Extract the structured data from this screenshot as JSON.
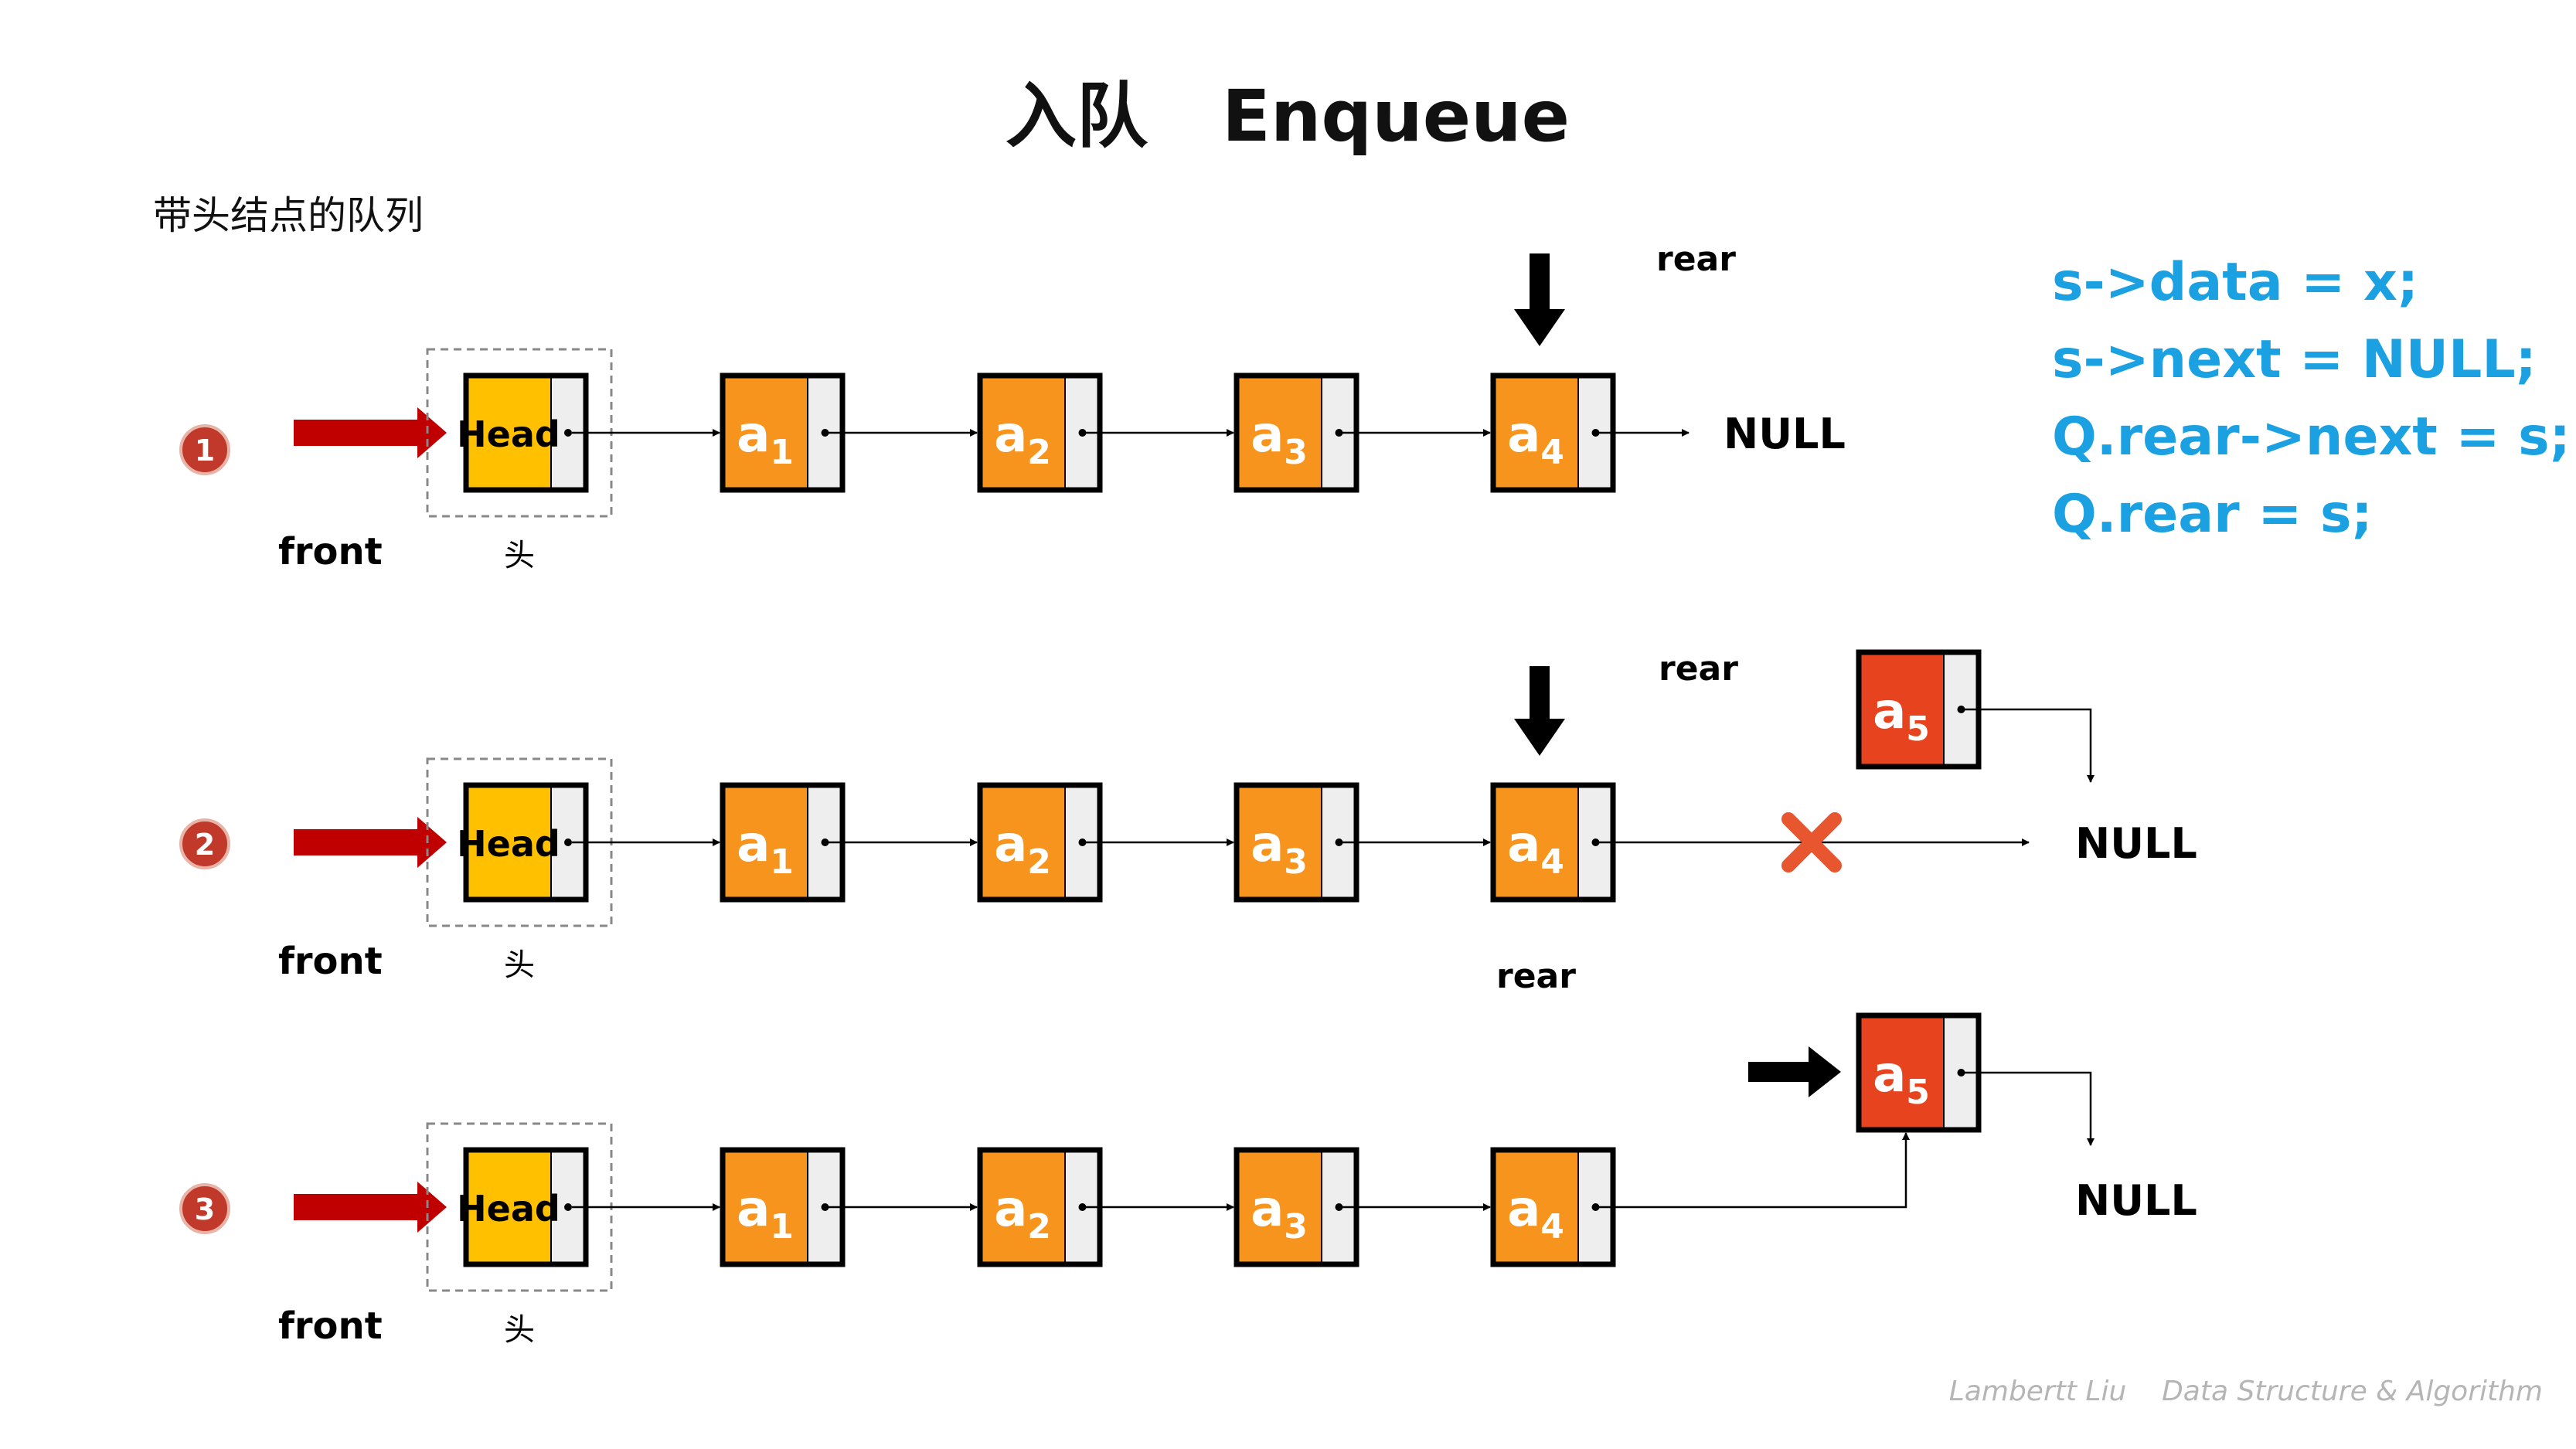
{
  "title": "入队   Enqueue",
  "subtitle": "带头结点的队列",
  "code_lines": [
    "s->data = x;",
    "s->next = NULL;",
    "Q.rear->next = s;",
    "Q.rear = s;"
  ],
  "footer": "Lambertt Liu    Data Structure & Algorithm",
  "labels": {
    "front": "front",
    "head_caption": "头",
    "head_node": "Head",
    "rear": "rear",
    "null": "NULL",
    "node_letter": "a"
  },
  "rows": [
    {
      "step": "1",
      "nodes": [
        "1",
        "2",
        "3",
        "4"
      ]
    },
    {
      "step": "2",
      "nodes": [
        "1",
        "2",
        "3",
        "4"
      ],
      "new_node": "5"
    },
    {
      "step": "3",
      "nodes": [
        "1",
        "2",
        "3",
        "4"
      ],
      "new_node": "5"
    }
  ],
  "colors": {
    "head_fill": "#FFC000",
    "node_fill": "#F7941D",
    "new_node_fill": "#E8431F",
    "pointer_cell": "#EEEEEE",
    "code_blue": "#1BA1E2",
    "front_arrow": "#C00000",
    "step_circle": "#C0392B",
    "cross": "#E8562F",
    "footer_gray": "#B5B5B5"
  }
}
